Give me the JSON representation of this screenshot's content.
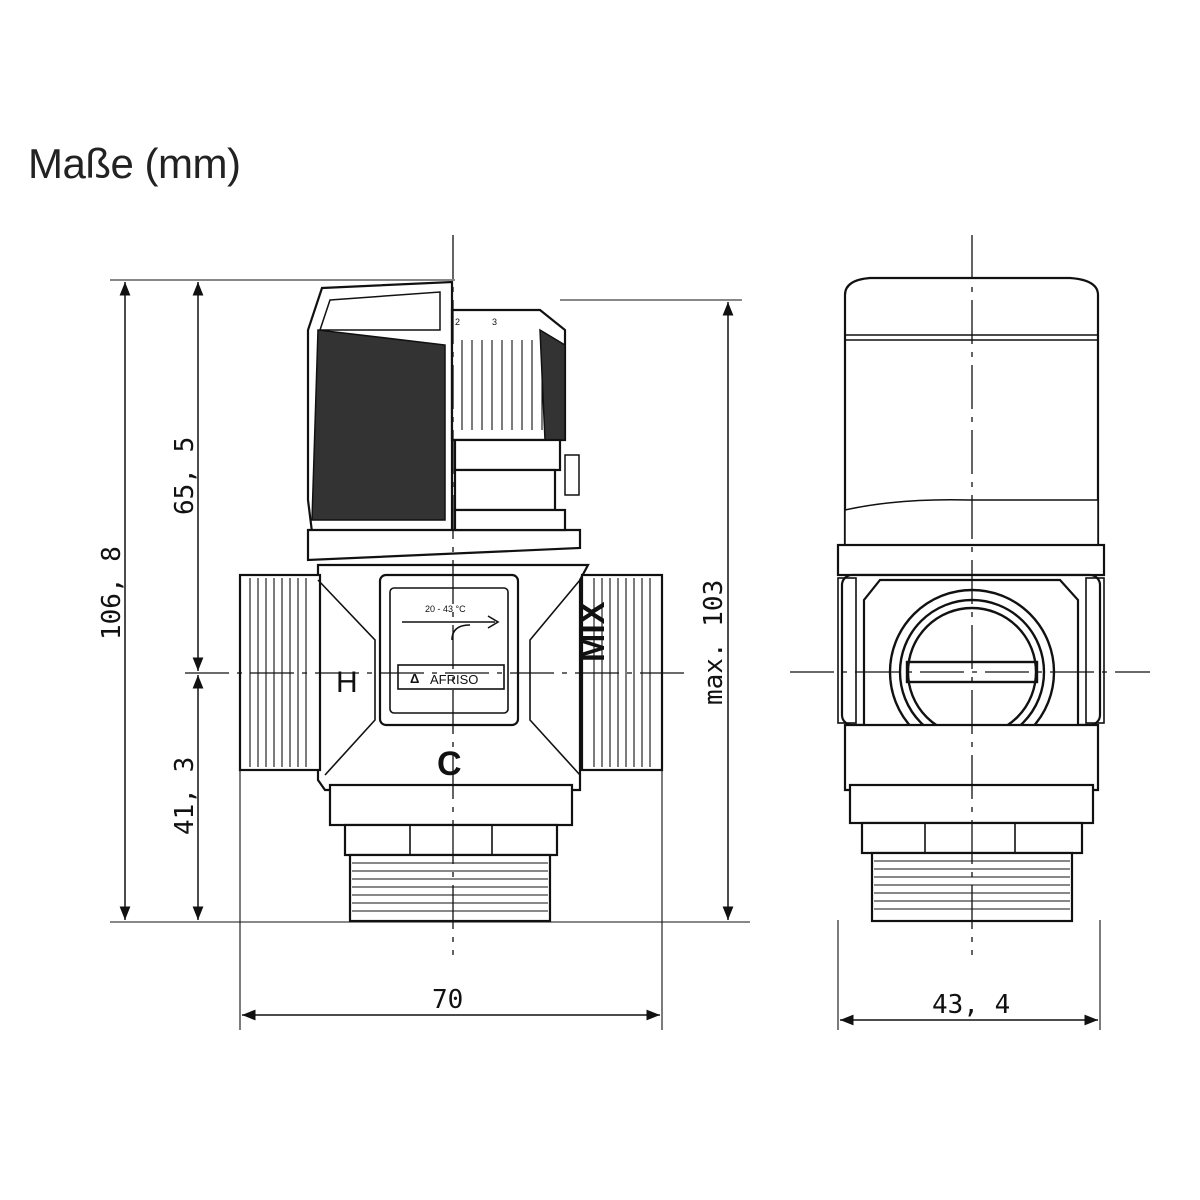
{
  "title": "Maße (mm)",
  "dimensions": {
    "total_height": "106, 8",
    "upper_height": "65, 5",
    "lower_height": "41, 3",
    "max_height": "max. 103",
    "width": "70",
    "depth": "43, 4"
  },
  "labels": {
    "port_hot": "H",
    "port_mix": "MIX",
    "port_cold": "C",
    "temp_range": "20 - 43 °C",
    "brand": "AFRISO",
    "knob_marks": [
      "2",
      "3"
    ]
  }
}
